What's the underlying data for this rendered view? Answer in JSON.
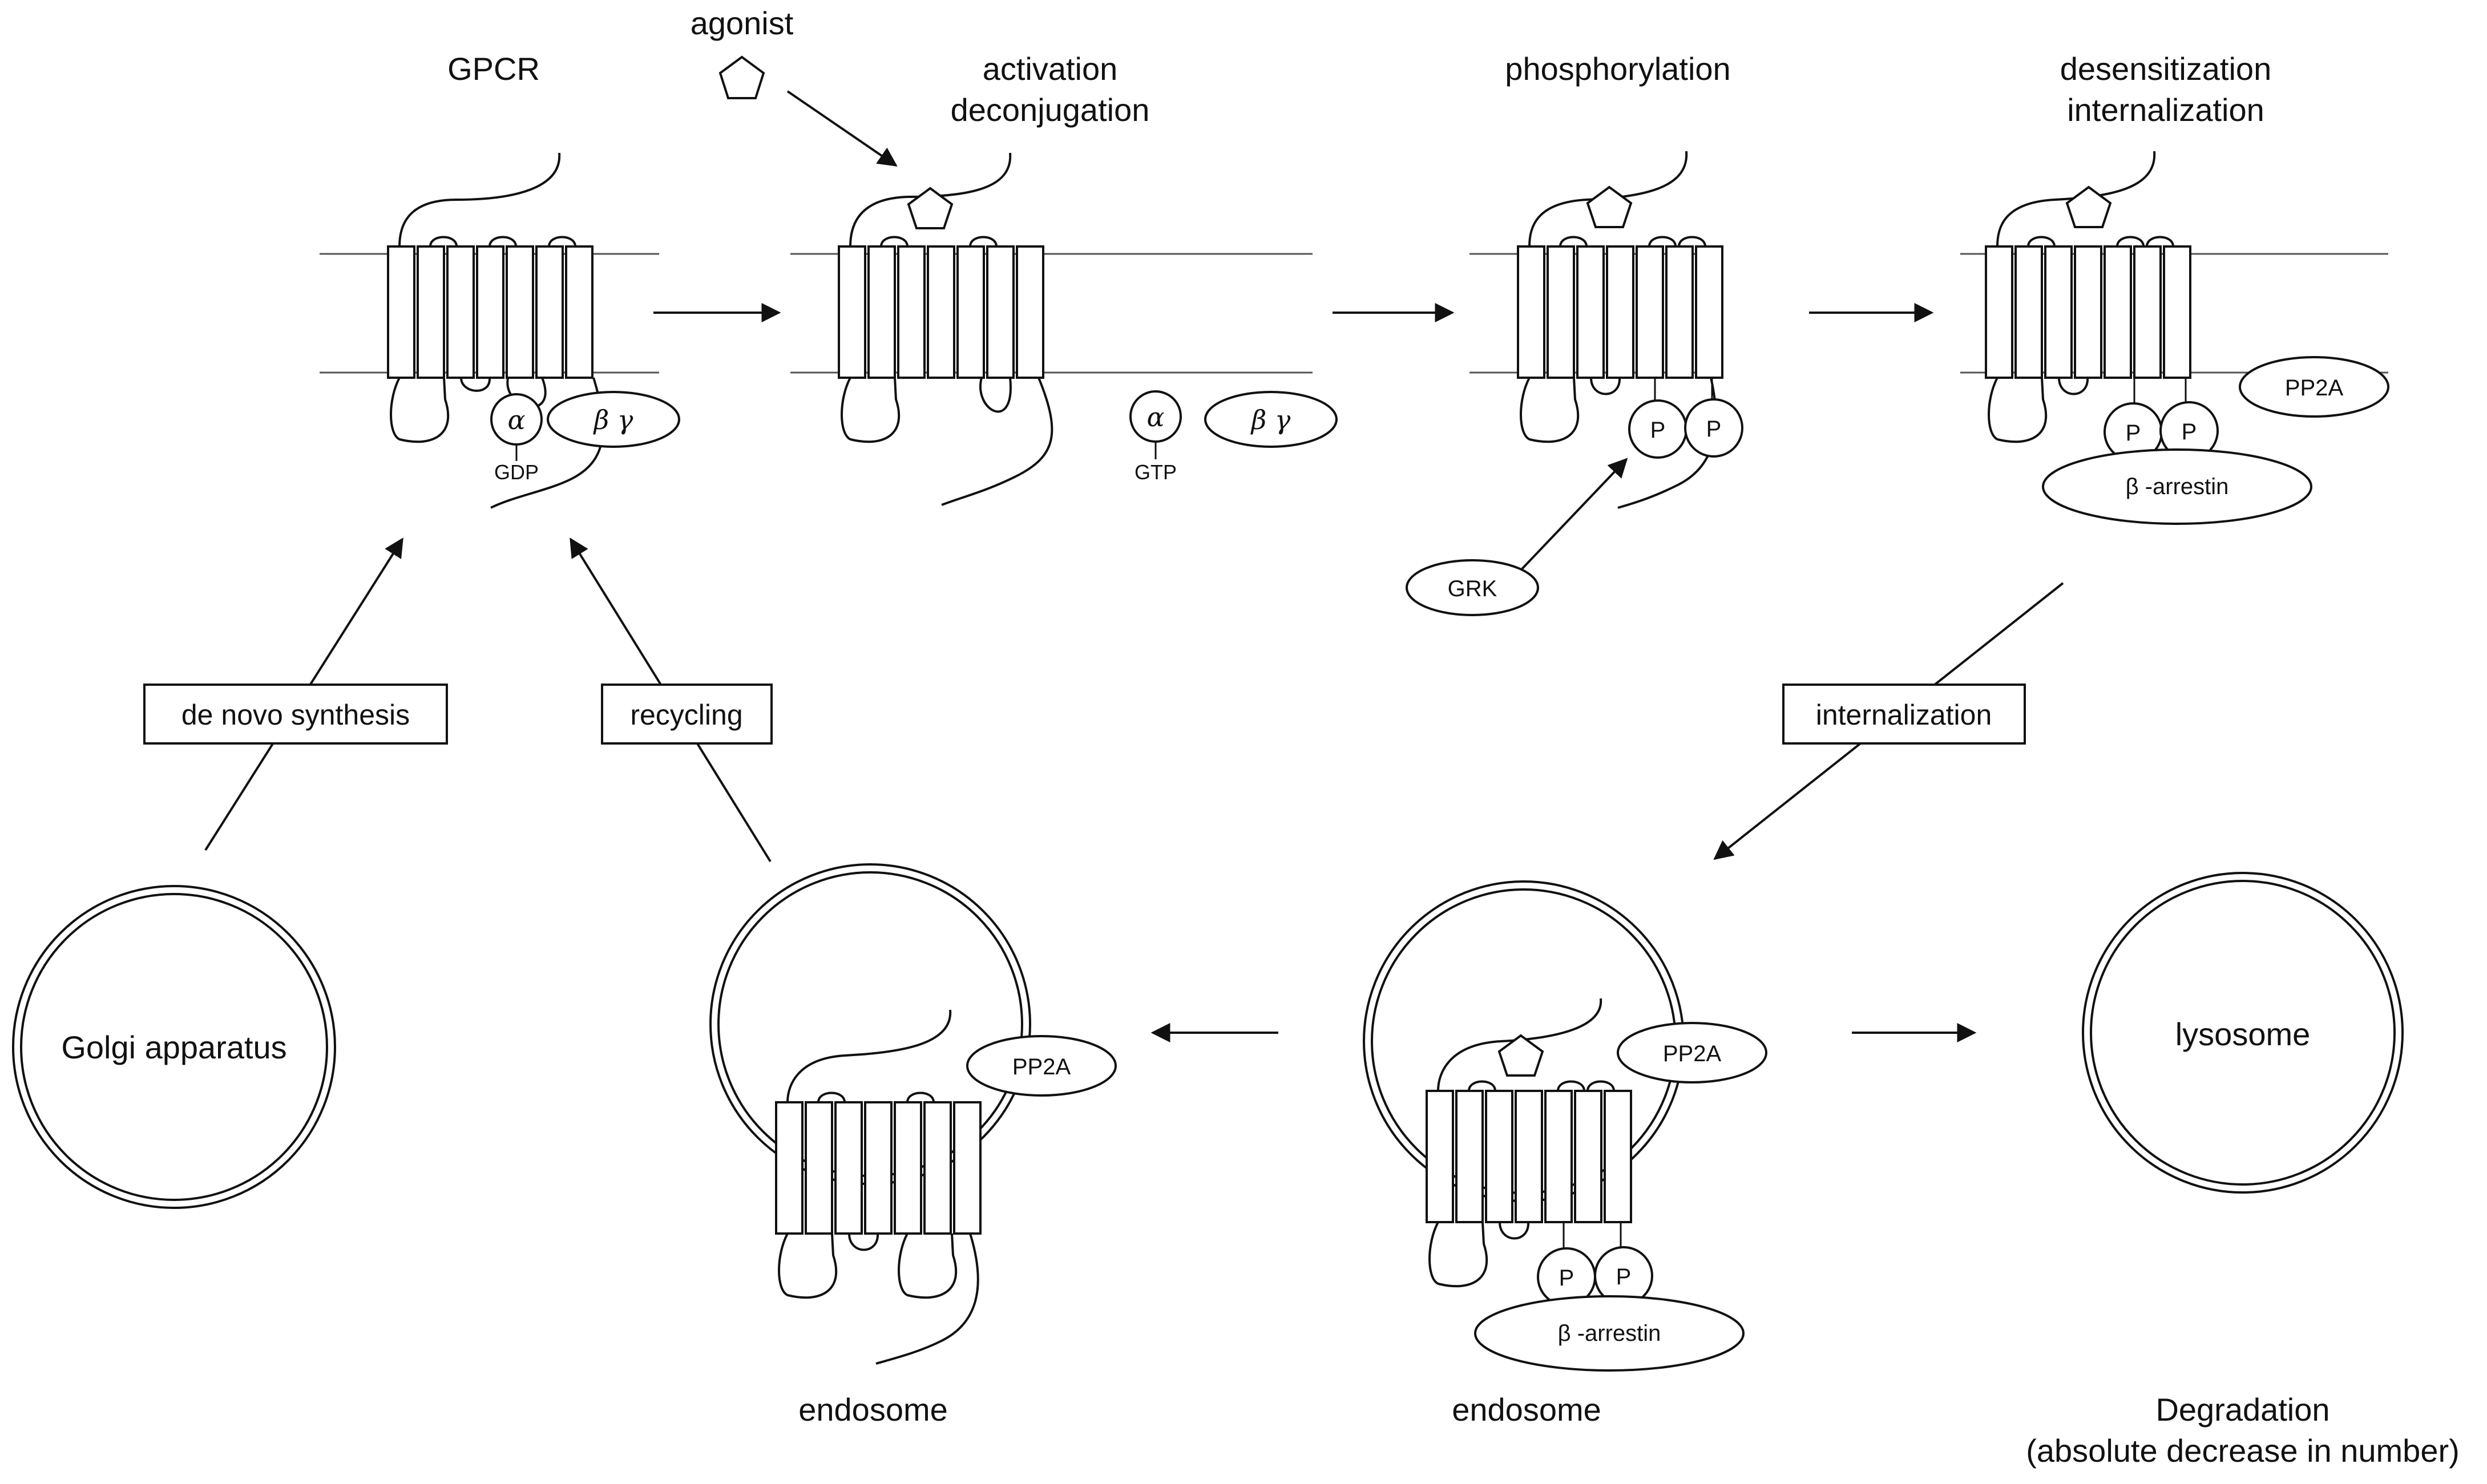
{
  "labels": {
    "agonist": "agonist",
    "gpcr": "GPCR",
    "activation_line1": "activation",
    "activation_line2": "deconjugation",
    "phosphorylation": "phosphorylation",
    "desens_line1": "desensitization",
    "desens_line2": "internalization",
    "gdp": "GDP",
    "gtp": "GTP",
    "alpha": "α",
    "beta_gamma": "β γ",
    "grk": "GRK",
    "pp2a": "PP2A",
    "phospho": "P",
    "beta_arrestin": "β -arrestin",
    "golgi": "Golgi apparatus",
    "lysosome": "lysosome",
    "endosome": "endosome",
    "degradation_line1": "Degradation",
    "degradation_line2": "(absolute decrease in number)"
  },
  "boxes": {
    "de_novo": "de novo synthesis",
    "recycling": "recycling",
    "internalization": "internalization"
  },
  "colors": {
    "stroke": "#111111",
    "fill": "#ffffff",
    "membrane": "#555555"
  }
}
